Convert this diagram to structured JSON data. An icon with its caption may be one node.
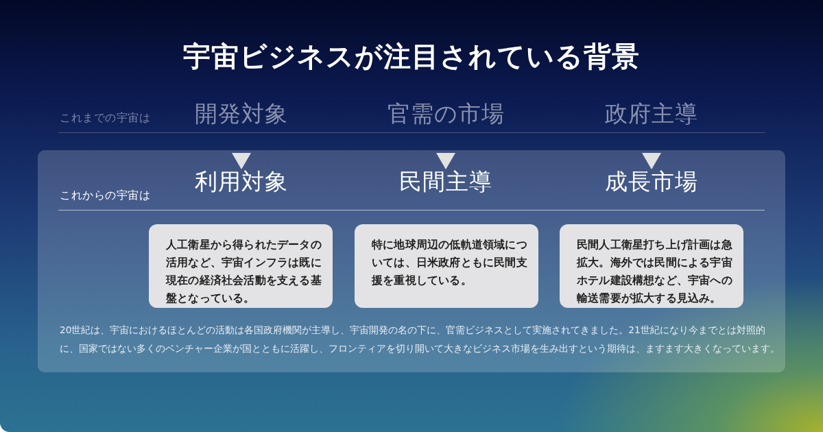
{
  "diagram": {
    "title": "宇宙ビジネスが注目されている背景",
    "nodes": [
      {
        "text": [
          "開発対象"
        ]
      },
      {
        "text": [
          "官需の市場"
        ]
      },
      {
        "text": [
          "政府主導"
        ]
      },
      {
        "text": [
          "これからの宇宙は",
          "20世紀は、宇宙におけるほとんどの活動は各国政府機関が主導し、宇宙開発の名の下に、官需ビジネスとして実施されてきました。21世紀になり今までとは対照的に、国家ではない多くのベンチャー企業が国とともに活躍し、フロンティアを切り開いて大きなビジネス市場を生み出すという期待は、ますます大きくなっています。"
        ]
      },
      {
        "text": [
          "利用対象"
        ],
        "in": 3
      },
      {
        "text": [
          "民間主導"
        ],
        "in": 3
      },
      {
        "text": [
          "成長市場"
        ],
        "in": 3
      },
      {
        "text": [
          "人工衛星から得られたデータの活用など、宇宙インフラは既に現在の経済社会活動を支える基盤となっている。"
        ],
        "in": 3
      },
      {
        "text": [
          "特に地球周辺の低軌道領域については、日米政府ともに民間支援を重視している。"
        ],
        "in": 3
      },
      {
        "text": [
          "民間人工衛星打ち上げ計画は急拡大。海外では民間による宇宙ホテル建設構想など、宇宙への輸送需要が拡大する見込み。"
        ],
        "in": 3
      }
    ],
    "edges": [
      {
        "from": 0,
        "to": 4,
        "arrow": "to"
      },
      {
        "from": 1,
        "to": 5,
        "arrow": "to"
      },
      {
        "from": 2,
        "to": 6,
        "arrow": "to"
      }
    ],
    "labels": [
      "これまでの宇宙は"
    ]
  }
}
